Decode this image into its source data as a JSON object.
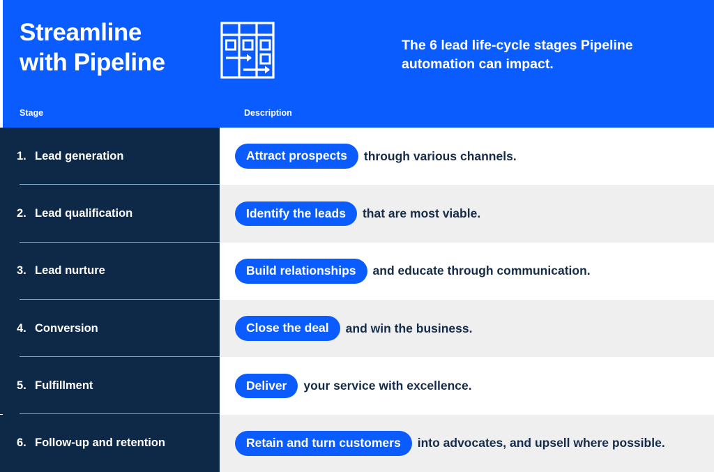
{
  "header": {
    "title_line1": "Streamline",
    "title_line2": "with Pipeline",
    "subtitle": "The 6 lead life-cycle stages Pipeline automation can impact.",
    "icon": "kanban-board-icon",
    "bg_color": "#0B5CFF"
  },
  "columns": {
    "stage_header": "Stage",
    "description_header": "Description"
  },
  "colors": {
    "brand_blue": "#0B5CFF",
    "dark_navy": "#0E2947",
    "row_light": "#EFEFEF",
    "row_white": "#FFFFFF",
    "divider": "#7FA6C8",
    "body_text": "#152B48"
  },
  "rows": [
    {
      "number": "1.",
      "stage": "Lead generation",
      "pill": "Attract prospects",
      "rest": "through various channels."
    },
    {
      "number": "2.",
      "stage": "Lead qualification",
      "pill": "Identify the leads",
      "rest": "that are most viable."
    },
    {
      "number": "3.",
      "stage": "Lead nurture",
      "pill": "Build relationships",
      "rest": "and educate through communication."
    },
    {
      "number": "4.",
      "stage": "Conversion",
      "pill": "Close the deal",
      "rest": "and win the business."
    },
    {
      "number": "5.",
      "stage": "Fulfillment",
      "pill": "Deliver",
      "rest": "your service with excellence."
    },
    {
      "number": "6.",
      "stage": "Follow-up and retention",
      "pill": "Retain and turn customers",
      "rest": "into advocates, and upsell where possible."
    }
  ]
}
